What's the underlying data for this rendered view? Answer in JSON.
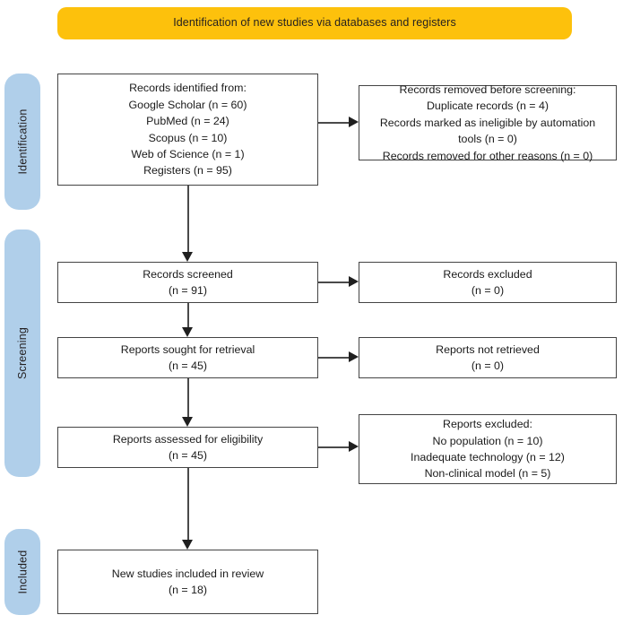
{
  "banner": {
    "label": "Identification of new studies via databases and registers",
    "color": "#FDC10C"
  },
  "stages": {
    "color": "#B0CFEA",
    "items": [
      {
        "id": "identification",
        "label": "Identification"
      },
      {
        "id": "screening",
        "label": "Screening"
      },
      {
        "id": "included",
        "label": "Included"
      }
    ]
  },
  "boxes": {
    "identified": {
      "name": "records-identified-box",
      "text": "Records identified from:\nGoogle Scholar (n =  60)\nPubMed (n =  24)\nScopus (n =  10)\nWeb of Science (n =  1)\nRegisters (n = 95)"
    },
    "removed": {
      "name": "records-removed-box",
      "text": "Records removed before screening:\nDuplicate records (n = 4)\nRecords marked as ineligible by automation\ntools (n = 0)\nRecords removed for other reasons (n = 0)"
    },
    "screened": {
      "name": "records-screened-box",
      "text": "Records screened\n(n = 91)"
    },
    "excluded_records": {
      "name": "records-excluded-box",
      "text": "Records excluded\n(n = 0)"
    },
    "sought": {
      "name": "reports-sought-box",
      "text": "Reports sought for retrieval\n(n = 45)"
    },
    "not_retrieved": {
      "name": "reports-not-retrieved-box",
      "text": "Reports not retrieved\n(n = 0)"
    },
    "assessed": {
      "name": "reports-assessed-box",
      "text": "Reports assessed for eligibility\n(n = 45)"
    },
    "reports_excluded": {
      "name": "reports-excluded-box",
      "text": "Reports excluded:\nNo population (n =  10)\nInadequate technology (n =  12)\nNon-clinical model (n =  5)"
    },
    "included": {
      "name": "new-studies-included-box",
      "text": "New studies included in review\n(n = 18)"
    }
  },
  "chart_data": {
    "type": "diagram",
    "title": "Identification of new studies via databases and registers",
    "stages": [
      "Identification",
      "Screening",
      "Included"
    ],
    "nodes": [
      {
        "id": "identified",
        "stage": "Identification",
        "label": "Records identified from",
        "sources": [
          {
            "name": "Google Scholar",
            "n": 60
          },
          {
            "name": "PubMed",
            "n": 24
          },
          {
            "name": "Scopus",
            "n": 10
          },
          {
            "name": "Web of Science",
            "n": 1
          },
          {
            "name": "Registers",
            "n": 95
          }
        ]
      },
      {
        "id": "removed",
        "stage": "Identification",
        "label": "Records removed before screening",
        "reasons": [
          {
            "name": "Duplicate records",
            "n": 4
          },
          {
            "name": "Records marked as ineligible by automation tools",
            "n": 0
          },
          {
            "name": "Records removed for other reasons",
            "n": 0
          }
        ]
      },
      {
        "id": "screened",
        "stage": "Screening",
        "label": "Records screened",
        "n": 91
      },
      {
        "id": "excluded_records",
        "stage": "Screening",
        "label": "Records excluded",
        "n": 0
      },
      {
        "id": "sought",
        "stage": "Screening",
        "label": "Reports sought for retrieval",
        "n": 45
      },
      {
        "id": "not_retrieved",
        "stage": "Screening",
        "label": "Reports not retrieved",
        "n": 0
      },
      {
        "id": "assessed",
        "stage": "Screening",
        "label": "Reports assessed for eligibility",
        "n": 45
      },
      {
        "id": "reports_excluded",
        "stage": "Screening",
        "label": "Reports excluded",
        "reasons": [
          {
            "name": "No population",
            "n": 10
          },
          {
            "name": "Inadequate technology",
            "n": 12
          },
          {
            "name": "Non-clinical model",
            "n": 5
          }
        ]
      },
      {
        "id": "included",
        "stage": "Included",
        "label": "New studies included in review",
        "n": 18
      }
    ],
    "edges": [
      {
        "from": "identified",
        "to": "removed",
        "direction": "right"
      },
      {
        "from": "identified",
        "to": "screened",
        "direction": "down"
      },
      {
        "from": "screened",
        "to": "excluded_records",
        "direction": "right"
      },
      {
        "from": "screened",
        "to": "sought",
        "direction": "down"
      },
      {
        "from": "sought",
        "to": "not_retrieved",
        "direction": "right"
      },
      {
        "from": "sought",
        "to": "assessed",
        "direction": "down"
      },
      {
        "from": "assessed",
        "to": "reports_excluded",
        "direction": "right"
      },
      {
        "from": "assessed",
        "to": "included",
        "direction": "down"
      }
    ]
  }
}
